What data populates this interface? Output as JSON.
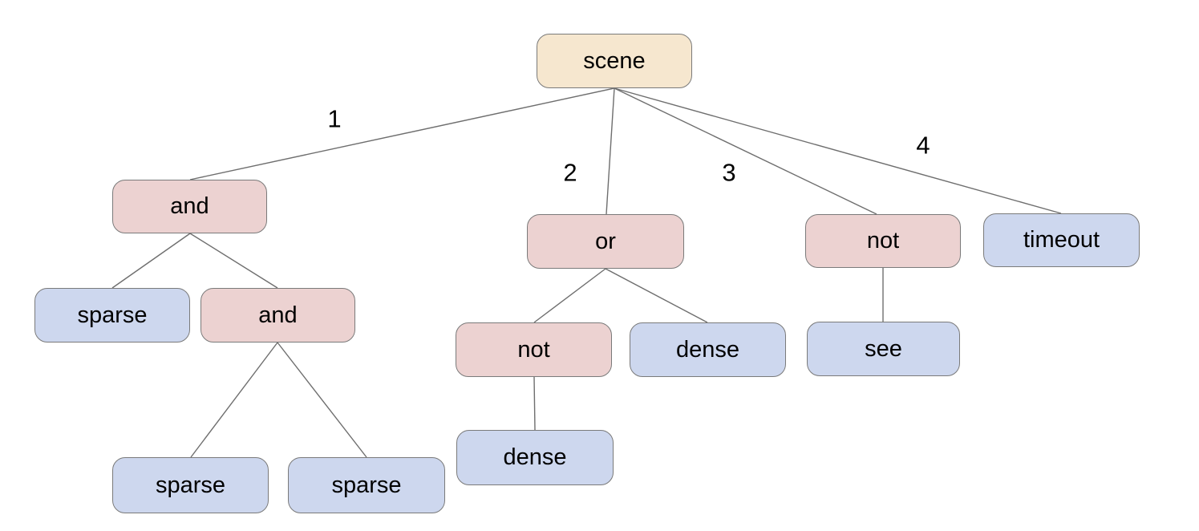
{
  "nodes": [
    {
      "id": "scene",
      "label": "scene",
      "type": "root"
    },
    {
      "id": "and-1",
      "label": "and",
      "type": "operator"
    },
    {
      "id": "or-1",
      "label": "or",
      "type": "operator"
    },
    {
      "id": "not-2",
      "label": "not",
      "type": "operator"
    },
    {
      "id": "timeout",
      "label": "timeout",
      "type": "leaf"
    },
    {
      "id": "sparse-1",
      "label": "sparse",
      "type": "leaf"
    },
    {
      "id": "and-2",
      "label": "and",
      "type": "operator"
    },
    {
      "id": "not-1",
      "label": "not",
      "type": "operator"
    },
    {
      "id": "dense-1",
      "label": "dense",
      "type": "leaf"
    },
    {
      "id": "see-1",
      "label": "see",
      "type": "leaf"
    },
    {
      "id": "sparse-2",
      "label": "sparse",
      "type": "leaf"
    },
    {
      "id": "sparse-3",
      "label": "sparse",
      "type": "leaf"
    },
    {
      "id": "dense-2",
      "label": "dense",
      "type": "leaf"
    }
  ],
  "edge_labels": [
    {
      "label": "1"
    },
    {
      "label": "2"
    },
    {
      "label": "3"
    },
    {
      "label": "4"
    }
  ],
  "colors": {
    "root_fill": "#f6e7cf",
    "operator_fill": "#ecd2d1",
    "leaf_fill": "#cdd7ee",
    "node_border": "#7a7a7a",
    "edge_line": "#6e6e6e",
    "text": "#000000",
    "background": "#ffffff"
  }
}
